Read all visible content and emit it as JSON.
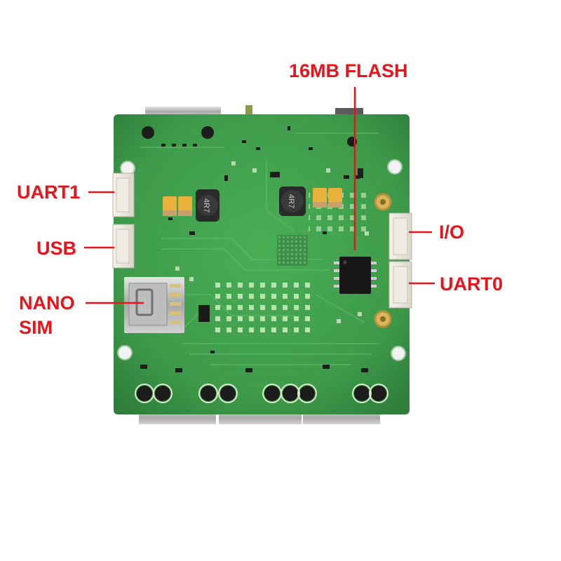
{
  "labels": {
    "flash": "16MB FLASH",
    "uart1": "UART1",
    "usb": "USB",
    "nano": "NANO",
    "sim": "SIM",
    "io": "I/O",
    "uart0": "UART0"
  },
  "inductors": {
    "left": "4R7",
    "right": "4R7"
  },
  "colors": {
    "label": "#e8141b",
    "leader": "#e8141b",
    "pcb": "#3d9a4a",
    "background": "#ffffff"
  }
}
